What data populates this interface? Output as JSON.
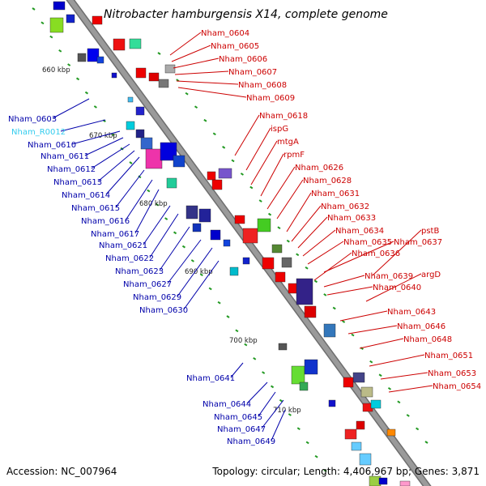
{
  "title": "Nitrobacter hamburgensis X14, complete genome",
  "footer": {
    "accession": "Accession: NC_007964",
    "topology": "Topology: circular; Length: 4,406,967 bp; Genes: 3,871"
  },
  "colors": {
    "forward_label": "#cc0000",
    "reverse_label": "#0000aa",
    "rna_label": "#33ccee",
    "backbone": "#9a9a9a"
  },
  "kbp_marks": [
    "660 kbp",
    "670 kbp",
    "680 kbp",
    "690 kbp",
    "700 kbp",
    "710 kbp"
  ],
  "forward_genes": [
    "Nham_0604",
    "Nham_0605",
    "Nham_0606",
    "Nham_0607",
    "Nham_0608",
    "Nham_0609",
    "Nham_0618",
    "ispG",
    "mtgA",
    "rpmF",
    "Nham_0626",
    "Nham_0628",
    "Nham_0631",
    "Nham_0632",
    "Nham_0633",
    "Nham_0634",
    "Nham_0635",
    "pstB",
    "Nham_0637",
    "Nham_0636",
    "Nham_0639",
    "argD",
    "Nham_0640",
    "Nham_0643",
    "Nham_0646",
    "Nham_0648",
    "Nham_0651",
    "Nham_0653",
    "Nham_0654"
  ],
  "reverse_genes": [
    "Nham_0603",
    "Nham_R0012",
    "Nham_0610",
    "Nham_0611",
    "Nham_0612",
    "Nham_0613",
    "Nham_0614",
    "Nham_0615",
    "Nham_0616",
    "Nham_0617",
    "Nham_0621",
    "Nham_0622",
    "Nham_0623",
    "Nham_0627",
    "Nham_0629",
    "Nham_0630",
    "Nham_0641",
    "Nham_0644",
    "Nham_0645",
    "Nham_0647",
    "Nham_0649"
  ]
}
